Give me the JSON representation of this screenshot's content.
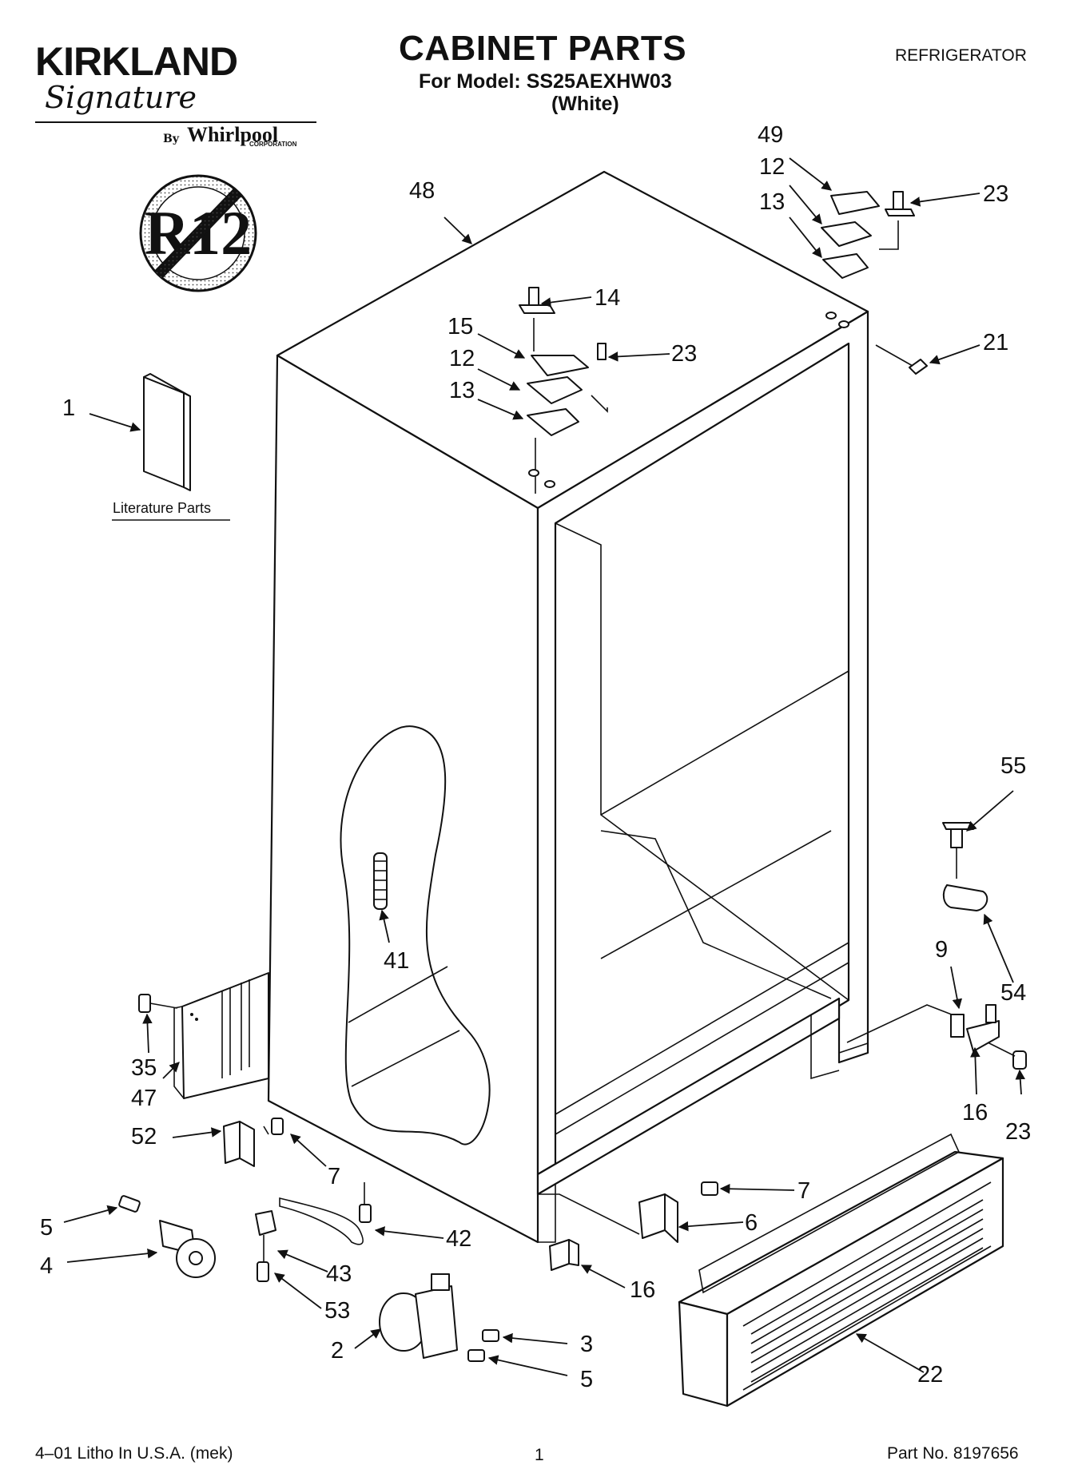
{
  "header": {
    "brand": "KIRKLAND",
    "brand_script": "Signature",
    "by": "By",
    "maker": "Whirlpool",
    "maker_sub": "CORPORATION",
    "title": "CABINET PARTS",
    "model_line": "For Model: SS25AEXHW03",
    "color_line": "(White)",
    "product": "REFRIGERATOR"
  },
  "badge": {
    "text": "R12",
    "icon": "no-r12-prohibition-icon"
  },
  "literature": {
    "label": "Literature Parts"
  },
  "callouts": [
    {
      "id": "c48",
      "label": "48"
    },
    {
      "id": "c49",
      "label": "49"
    },
    {
      "id": "c12a",
      "label": "12"
    },
    {
      "id": "c13a",
      "label": "13"
    },
    {
      "id": "c23a",
      "label": "23"
    },
    {
      "id": "c14",
      "label": "14"
    },
    {
      "id": "c15",
      "label": "15"
    },
    {
      "id": "c23b",
      "label": "23"
    },
    {
      "id": "c12b",
      "label": "12"
    },
    {
      "id": "c13b",
      "label": "13"
    },
    {
      "id": "c21",
      "label": "21"
    },
    {
      "id": "c1",
      "label": "1"
    },
    {
      "id": "c55",
      "label": "55"
    },
    {
      "id": "c54",
      "label": "54"
    },
    {
      "id": "c9",
      "label": "9"
    },
    {
      "id": "c41",
      "label": "41"
    },
    {
      "id": "c35",
      "label": "35"
    },
    {
      "id": "c47",
      "label": "47"
    },
    {
      "id": "c16a",
      "label": "16"
    },
    {
      "id": "c23c",
      "label": "23"
    },
    {
      "id": "c52",
      "label": "52"
    },
    {
      "id": "c7a",
      "label": "7"
    },
    {
      "id": "c7b",
      "label": "7"
    },
    {
      "id": "c6",
      "label": "6"
    },
    {
      "id": "c5a",
      "label": "5"
    },
    {
      "id": "c42",
      "label": "42"
    },
    {
      "id": "c4",
      "label": "4"
    },
    {
      "id": "c43",
      "label": "43"
    },
    {
      "id": "c16b",
      "label": "16"
    },
    {
      "id": "c53",
      "label": "53"
    },
    {
      "id": "c3",
      "label": "3"
    },
    {
      "id": "c2",
      "label": "2"
    },
    {
      "id": "c22",
      "label": "22"
    },
    {
      "id": "c5b",
      "label": "5"
    }
  ],
  "footer": {
    "left": "4–01 Litho In U.S.A. (mek)",
    "center": "1",
    "right": "Part No. 8197656"
  }
}
